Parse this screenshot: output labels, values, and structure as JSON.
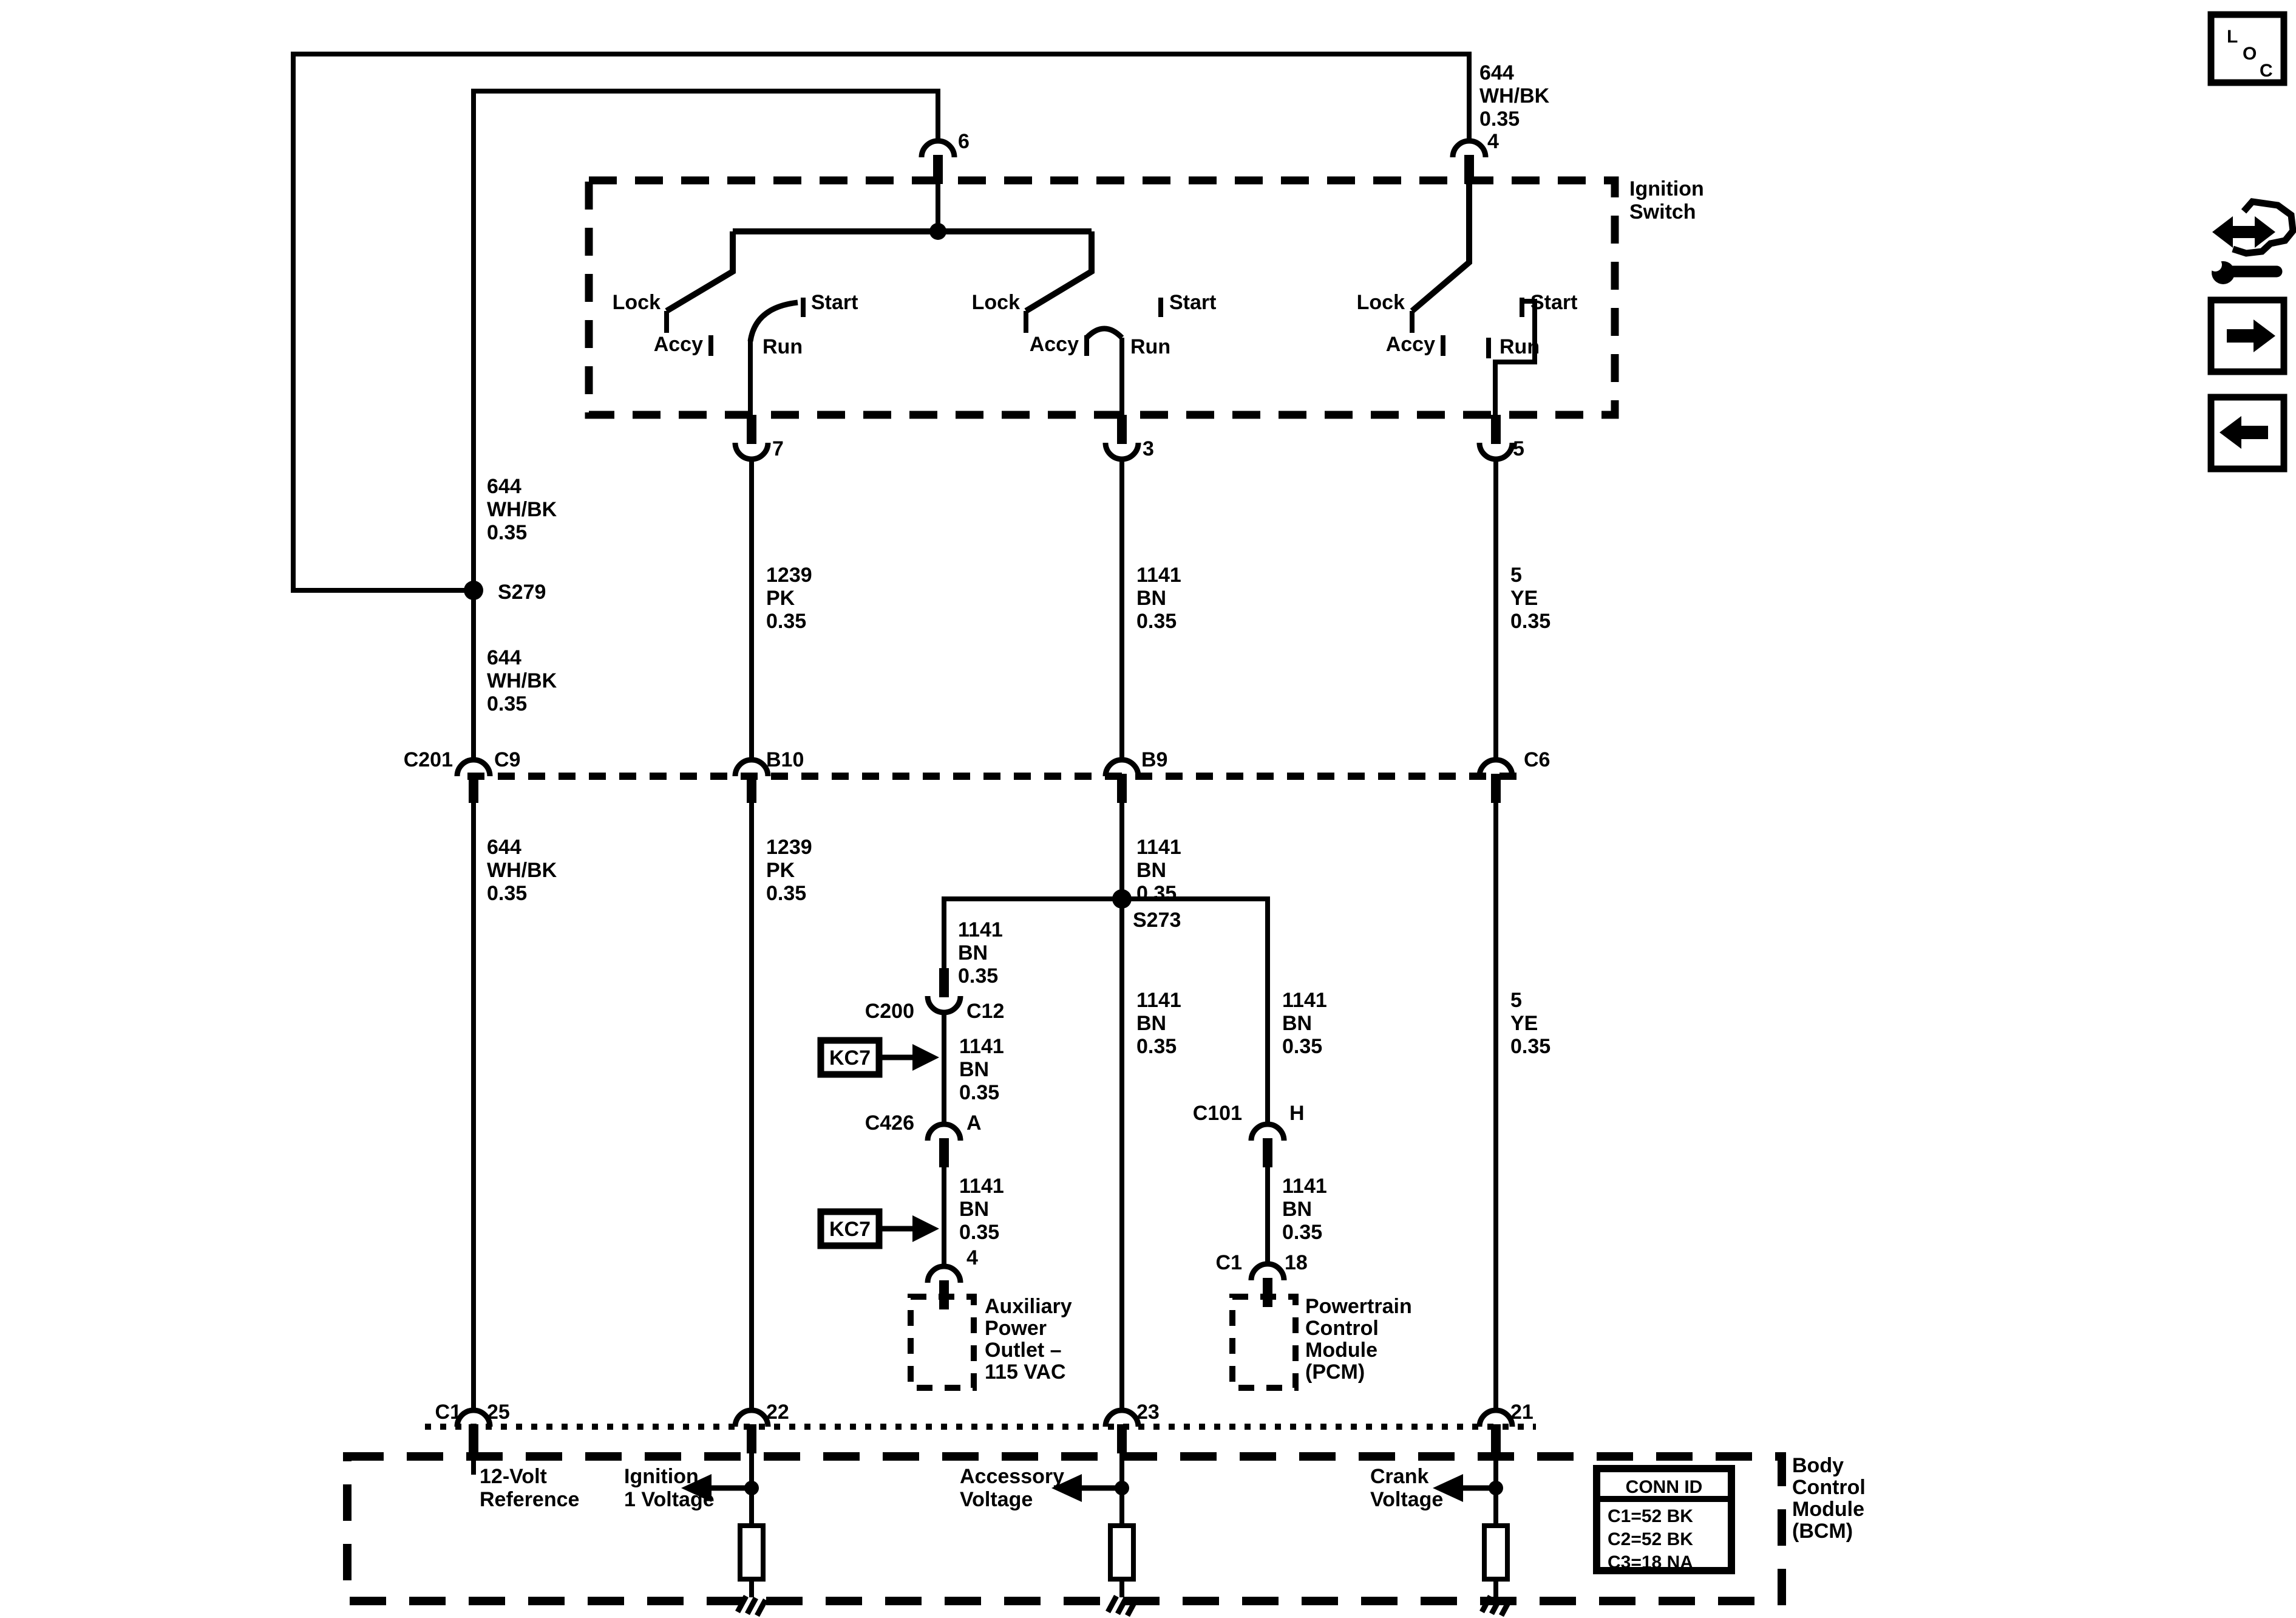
{
  "loc_icon": {
    "letters": [
      "L",
      "O",
      "C"
    ]
  },
  "ignition_switch": {
    "name": [
      "Ignition",
      "Switch"
    ],
    "positions": {
      "lock": "Lock",
      "start": "Start",
      "accy": "Accy",
      "run": "Run"
    },
    "pins": {
      "p6": "6",
      "p4": "4",
      "p7": "7",
      "p3": "3",
      "p5": "5"
    }
  },
  "wires": {
    "w644": {
      "circuit": "644",
      "color": "WH/BK",
      "gauge": "0.35"
    },
    "w1239": {
      "circuit": "1239",
      "color": "PK",
      "gauge": "0.35"
    },
    "w1141": {
      "circuit": "1141",
      "color": "BN",
      "gauge": "0.35"
    },
    "w5": {
      "circuit": "5",
      "color": "YE",
      "gauge": "0.35"
    }
  },
  "splices": {
    "s279": "S279",
    "s273": "S273"
  },
  "inline_connectors": {
    "c201": "C201",
    "c9": "C9",
    "b10": "B10",
    "b9": "B9",
    "c6": "C6",
    "c200": "C200",
    "c12": "C12",
    "c426": "C426",
    "a": "A",
    "c101": "C101",
    "h": "H"
  },
  "references": {
    "kc7": "KC7"
  },
  "aux_outlet": {
    "pin": "4",
    "name": [
      "Auxiliary",
      "Power",
      "Outlet –",
      "115 VAC"
    ]
  },
  "pcm": {
    "conn": "C1",
    "pin": "18",
    "name": [
      "Powertrain",
      "Control",
      "Module",
      "(PCM)"
    ]
  },
  "bcm": {
    "conn": "C1",
    "pins": {
      "p25": "25",
      "p22": "22",
      "p23": "23",
      "p21": "21"
    },
    "signals": {
      "ref": [
        "12-Volt",
        "Reference"
      ],
      "ign": [
        "Ignition",
        "1 Voltage"
      ],
      "acc": [
        "Accessory",
        "Voltage"
      ],
      "crank": [
        "Crank",
        "Voltage"
      ]
    },
    "name": [
      "Body",
      "Control",
      "Module",
      "(BCM)"
    ],
    "conn_table": {
      "header": "CONN ID",
      "rows": [
        "C1=52 BK",
        "C2=52 BK",
        "C3=18 NA"
      ]
    }
  }
}
